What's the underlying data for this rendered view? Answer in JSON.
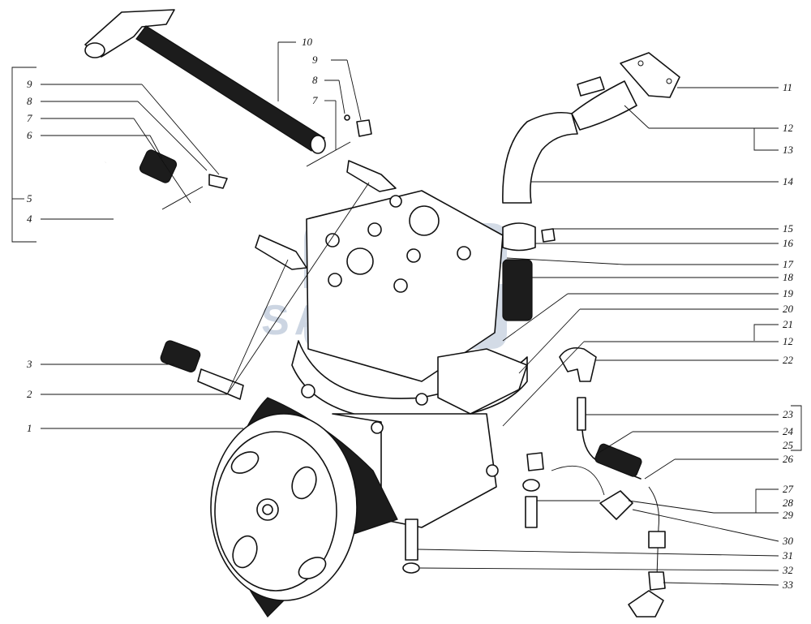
{
  "diagram": {
    "watermark_text": "SAMTEL",
    "colors": {
      "ink": "#111111",
      "watermark": "#9fb0c8",
      "background": "#ffffff"
    },
    "callouts": {
      "left": [
        {
          "id": "l9",
          "label": "9"
        },
        {
          "id": "l8",
          "label": "8"
        },
        {
          "id": "l7",
          "label": "7"
        },
        {
          "id": "l6",
          "label": "6"
        },
        {
          "id": "l5",
          "label": "5"
        },
        {
          "id": "l4",
          "label": "4"
        },
        {
          "id": "l3",
          "label": "3"
        },
        {
          "id": "l2",
          "label": "2"
        },
        {
          "id": "l1",
          "label": "1"
        }
      ],
      "top": [
        {
          "id": "t10",
          "label": "10"
        },
        {
          "id": "t9",
          "label": "9"
        },
        {
          "id": "t8",
          "label": "8"
        },
        {
          "id": "t7",
          "label": "7"
        }
      ],
      "right": [
        {
          "id": "r11",
          "label": "11"
        },
        {
          "id": "r12a",
          "label": "12"
        },
        {
          "id": "r13",
          "label": "13"
        },
        {
          "id": "r14",
          "label": "14"
        },
        {
          "id": "r15",
          "label": "15"
        },
        {
          "id": "r16",
          "label": "16"
        },
        {
          "id": "r17",
          "label": "17"
        },
        {
          "id": "r18",
          "label": "18"
        },
        {
          "id": "r19",
          "label": "19"
        },
        {
          "id": "r20",
          "label": "20"
        },
        {
          "id": "r21",
          "label": "21"
        },
        {
          "id": "r12b",
          "label": "12"
        },
        {
          "id": "r22",
          "label": "22"
        },
        {
          "id": "r23",
          "label": "23"
        },
        {
          "id": "r24",
          "label": "24"
        },
        {
          "id": "r25",
          "label": "25"
        },
        {
          "id": "r26",
          "label": "26"
        },
        {
          "id": "r27",
          "label": "27"
        },
        {
          "id": "r28",
          "label": "28"
        },
        {
          "id": "r29",
          "label": "29"
        },
        {
          "id": "r30",
          "label": "30"
        },
        {
          "id": "r31",
          "label": "31"
        },
        {
          "id": "r32",
          "label": "32"
        },
        {
          "id": "r33",
          "label": "33"
        }
      ]
    }
  }
}
